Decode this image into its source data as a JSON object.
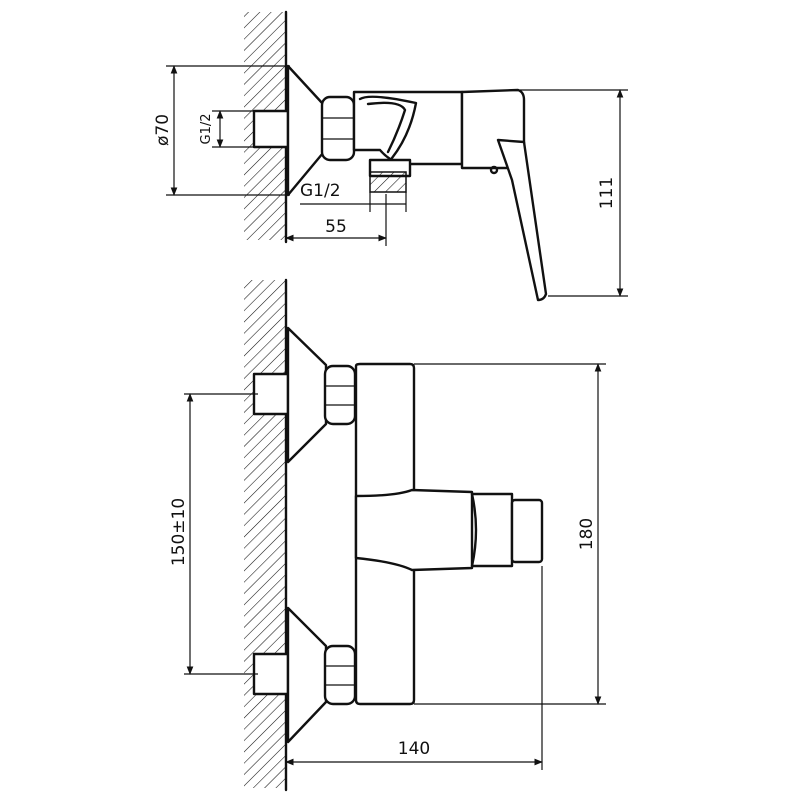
{
  "dimensions": {
    "diameter_flange": "ø70",
    "inlet_thread": "G1/2",
    "outlet_thread": "G1/2",
    "projection_depth": "55",
    "side_height": "111",
    "inlet_spacing": "150±10",
    "front_height": "180",
    "front_width": "140"
  }
}
